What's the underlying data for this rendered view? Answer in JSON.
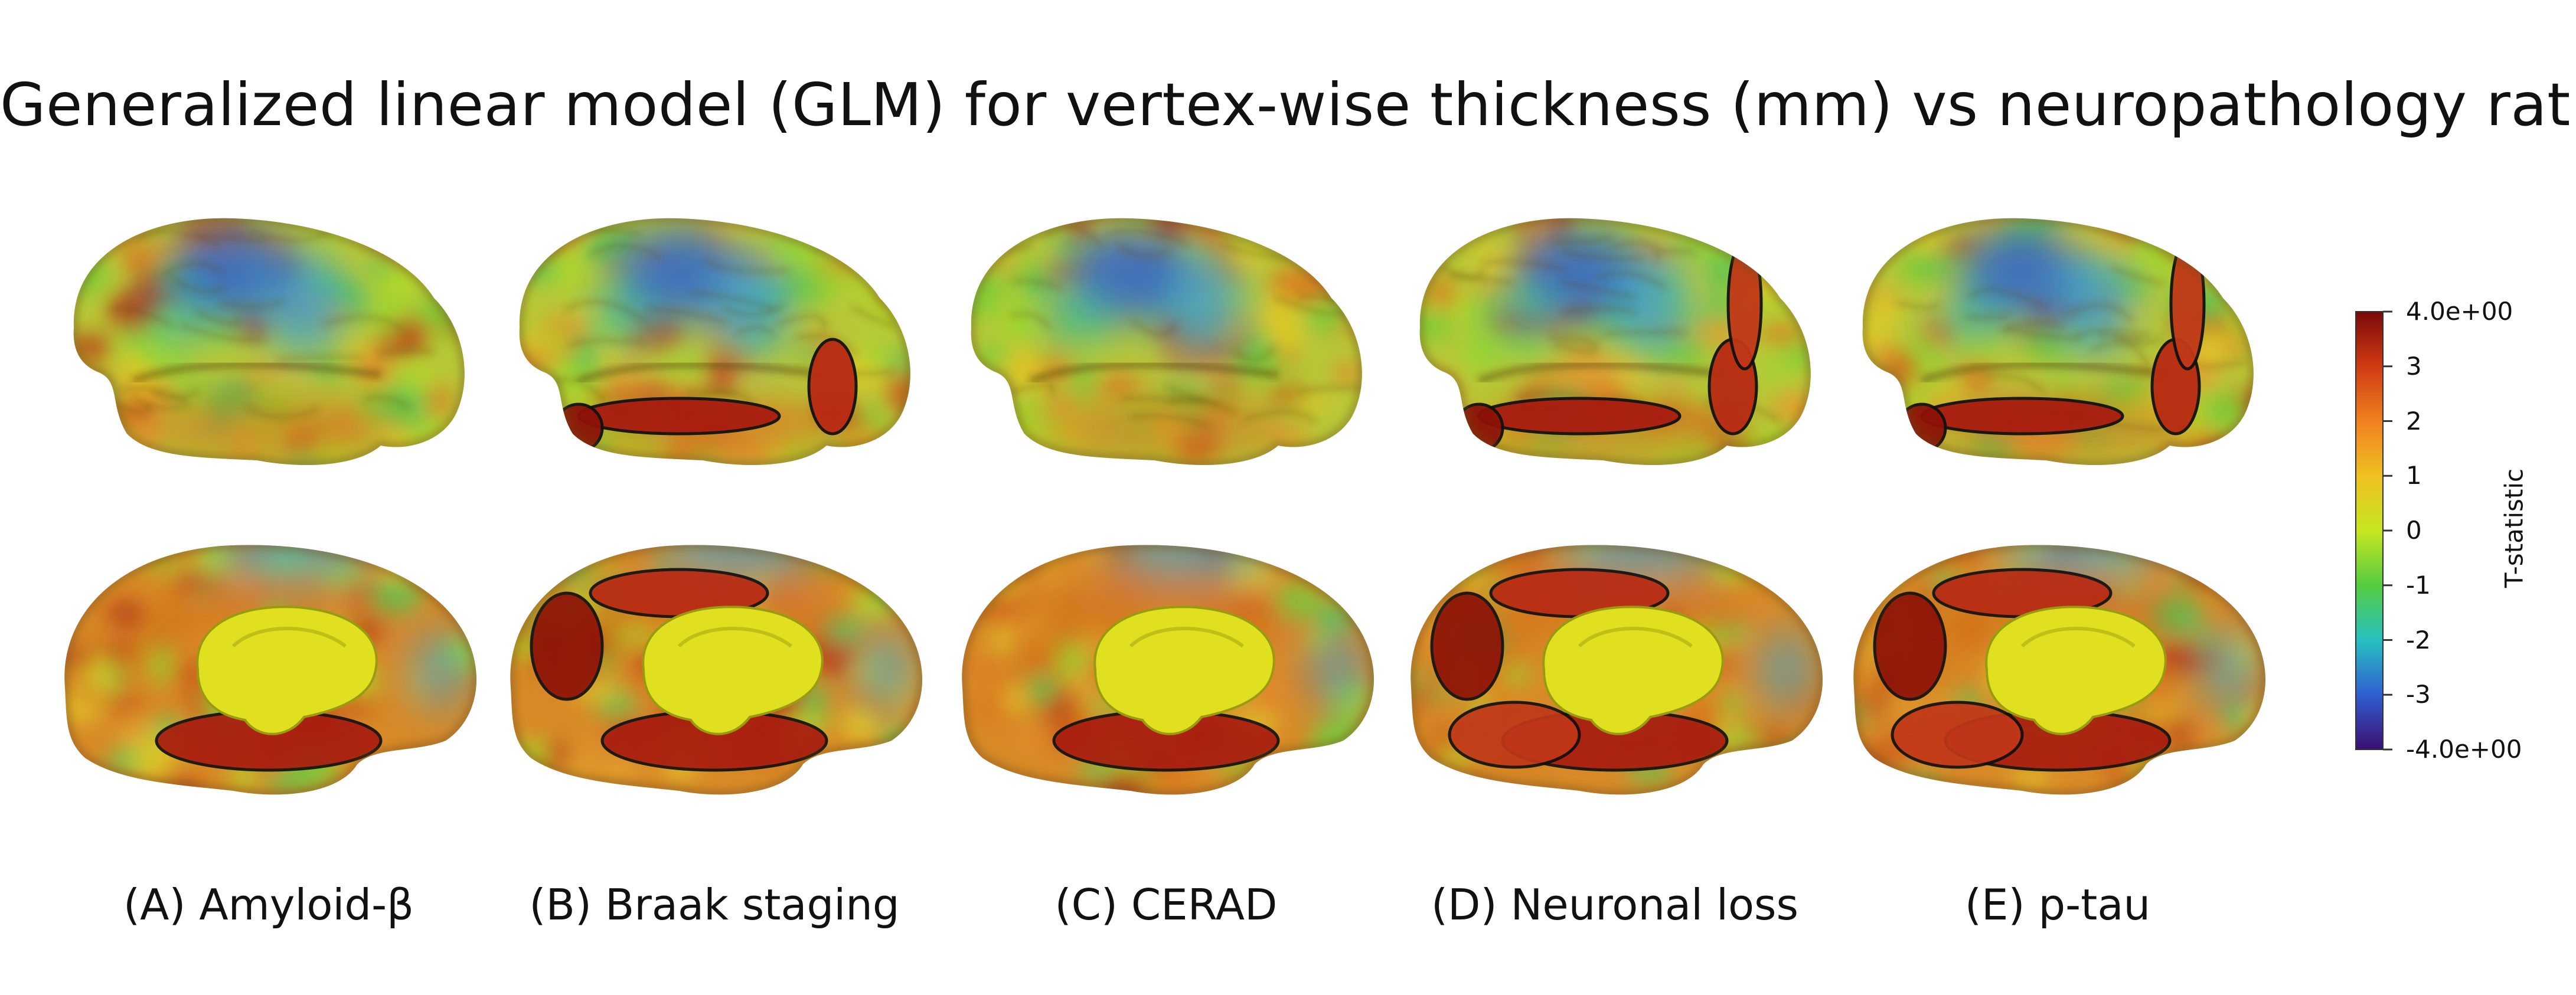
{
  "title": "Generalized linear model (GLM) for vertex-wise thickness (mm) vs neuropathology ratings",
  "panels": [
    {
      "label": "(A) Amyloid-β",
      "significant_clusters": "few"
    },
    {
      "label": "(B) Braak staging",
      "significant_clusters": "moderate"
    },
    {
      "label": "(C) CERAD",
      "significant_clusters": "few"
    },
    {
      "label": "(D) Neuronal loss",
      "significant_clusters": "many"
    },
    {
      "label": "(E) p-tau",
      "significant_clusters": "many"
    }
  ],
  "views": [
    "lateral",
    "medial"
  ],
  "colorbar": {
    "title": "T-statistic",
    "min_label": "-4.0e+00",
    "max_label": "4.0e+00",
    "tick_labels": [
      "4.0e+00",
      "3",
      "2",
      "1",
      "0",
      "-1",
      "-2",
      "-3",
      "-4.0e+00"
    ],
    "tick_values": [
      4,
      3,
      2,
      1,
      0,
      -1,
      -2,
      -3,
      -4
    ],
    "colormap": [
      "#3b0f70",
      "#2f5fd0",
      "#27c0c0",
      "#55cc40",
      "#c8e620",
      "#f0c020",
      "#f08020",
      "#d03a14",
      "#7a0a08"
    ]
  },
  "colors": {
    "background": "#ffffff",
    "cluster_outline": "#111111",
    "subcortical_mask": "#e0e020"
  },
  "icons": [
    "brain-surface-lateral",
    "brain-surface-medial"
  ]
}
